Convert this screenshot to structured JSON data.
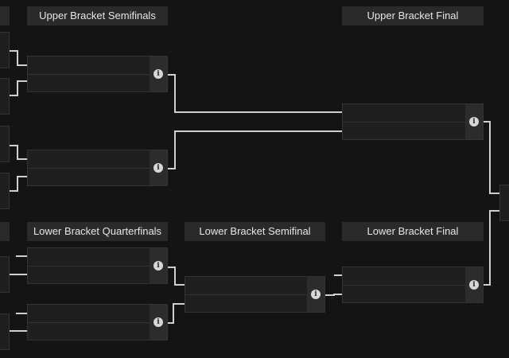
{
  "headers": {
    "upper_semifinals": "Upper Bracket Semifinals",
    "upper_final": "Upper Bracket Final",
    "lower_quarterfinals": "Lower Bracket Quarterfinals",
    "lower_semifinal": "Lower Bracket Semifinal",
    "lower_final": "Lower Bracket Final"
  },
  "match_info_icon": "info-icon",
  "colors": {
    "background": "#141414",
    "header_bg": "#2a2a2a",
    "match_bg": "#1f1f1f",
    "connector": "#cfcfcf"
  }
}
